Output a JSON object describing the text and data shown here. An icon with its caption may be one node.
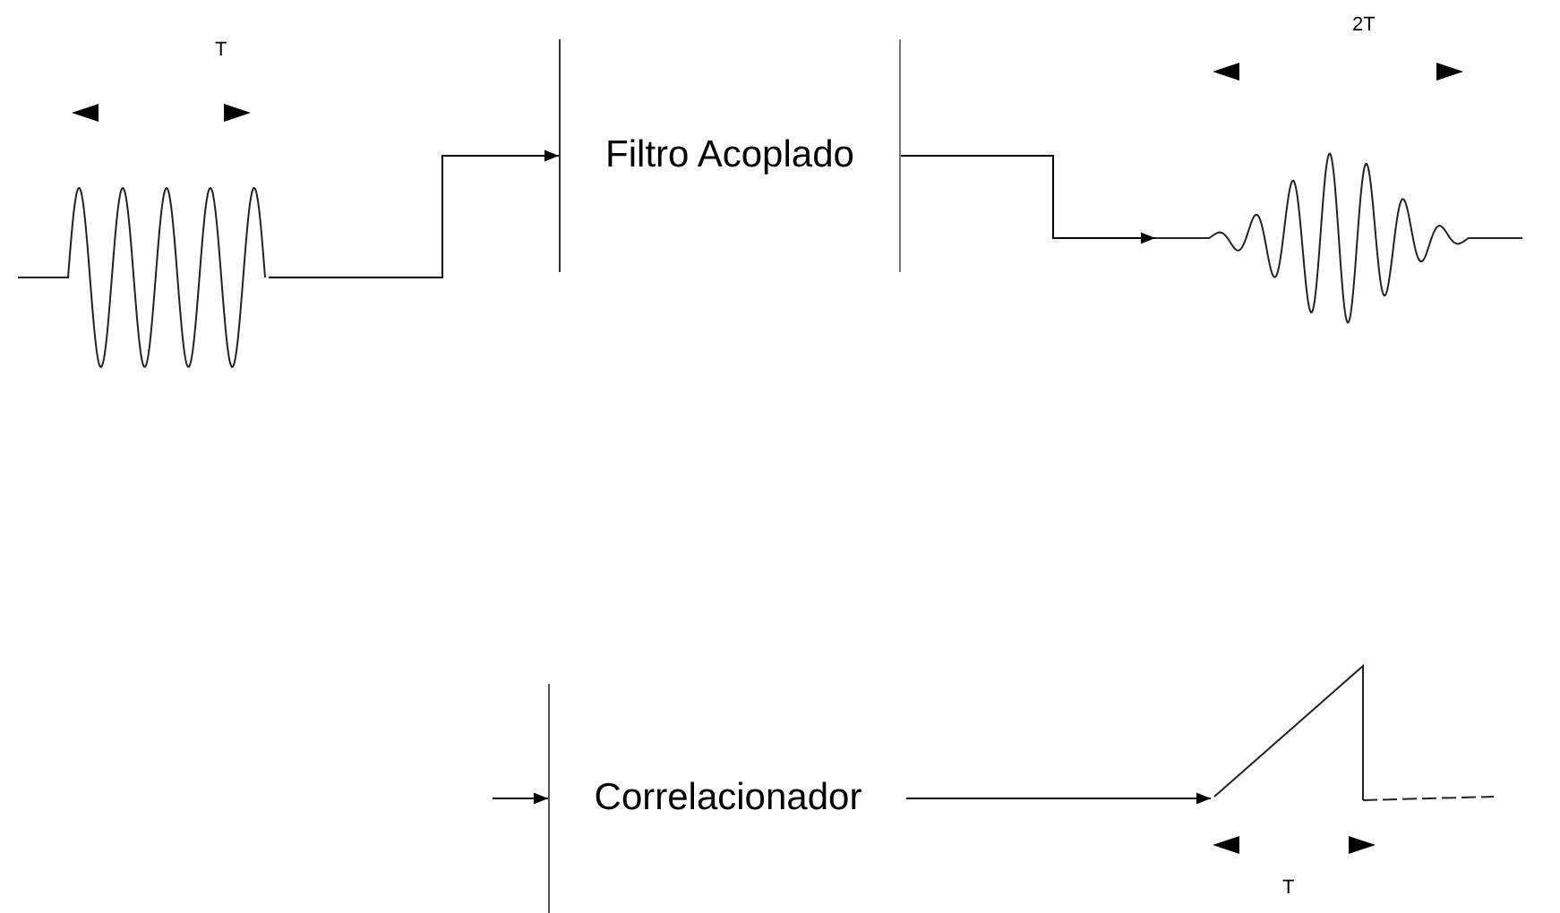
{
  "diagram": {
    "nodes": [
      {
        "text": [],
        "shape": "picture"
      },
      {
        "text": [
          "Filtro Acoplado"
        ]
      },
      {
        "text": [],
        "shape": "picture"
      },
      {
        "text": [
          "Correlacionador"
        ]
      },
      {
        "text": [],
        "shape": "picture"
      }
    ],
    "edges": [
      {
        "from": 0,
        "to": 1,
        "arrow": "to"
      },
      {
        "from": 1,
        "to": 2,
        "arrow": "to"
      },
      {
        "from": null,
        "to": 3,
        "arrow": "to"
      },
      {
        "from": 3,
        "to": 4,
        "arrow": "to"
      }
    ],
    "labels": [
      "T",
      "2T",
      "T"
    ]
  }
}
